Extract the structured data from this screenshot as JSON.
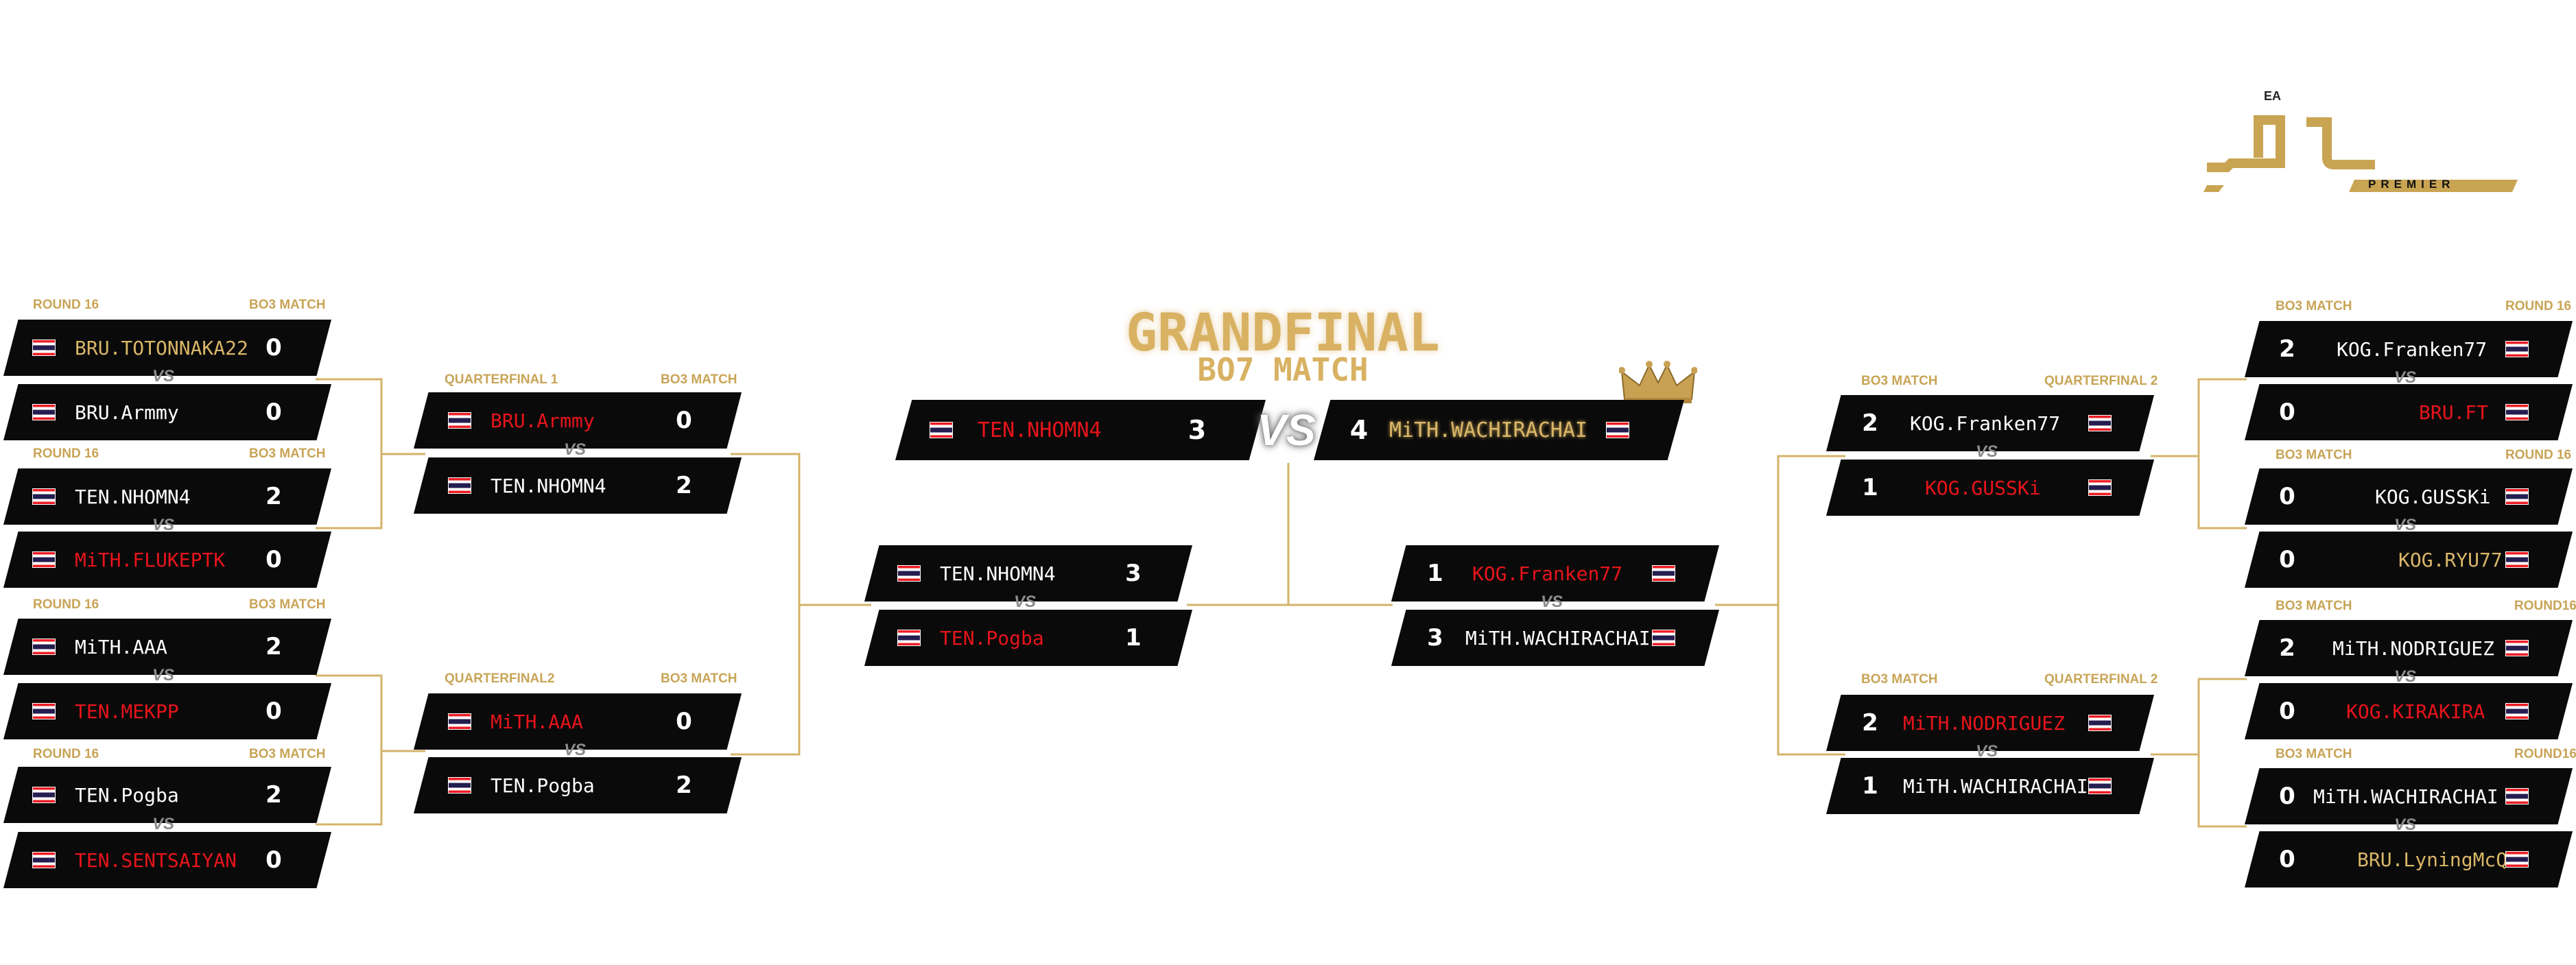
{
  "header": {
    "title": "GRANDFINAL",
    "subtitle": "BO7 MATCH",
    "logo_top": "EA",
    "logo_word": "PREMIER"
  },
  "colors": {
    "gold": "#c8a456",
    "red": "#e8141b",
    "bar": "#0a0a0a"
  },
  "vs_label": "VS",
  "left_round16": [
    {
      "round": "ROUND 16",
      "type": "BO3 MATCH",
      "p1": {
        "name": "BRU.TOTONNAKA22",
        "score": "0"
      },
      "p2": {
        "name": "BRU.Armmy",
        "score": "0"
      }
    },
    {
      "round": "ROUND 16",
      "type": "BO3 MATCH",
      "p1": {
        "name": "TEN.NHOMN4",
        "score": "2"
      },
      "p2": {
        "name": "MiTH.FLUKEPTK",
        "score": "0"
      }
    },
    {
      "round": "ROUND 16",
      "type": "BO3 MATCH",
      "p1": {
        "name": "MiTH.AAA",
        "score": "2"
      },
      "p2": {
        "name": "TEN.MEKPP",
        "score": "0"
      }
    },
    {
      "round": "ROUND 16",
      "type": "BO3 MATCH",
      "p1": {
        "name": "TEN.Pogba",
        "score": "2"
      },
      "p2": {
        "name": "TEN.SENTSAIYAN",
        "score": "0"
      }
    }
  ],
  "left_qf": [
    {
      "round": "QUARTERFINAL 1",
      "type": "BO3 MATCH",
      "p1": {
        "name": "BRU.Armmy",
        "score": "0"
      },
      "p2": {
        "name": "TEN.NHOMN4",
        "score": "2"
      }
    },
    {
      "round": "QUARTERFINAL2",
      "type": "BO3 MATCH",
      "p1": {
        "name": "MiTH.AAA",
        "score": "0"
      },
      "p2": {
        "name": "TEN.Pogba",
        "score": "2"
      }
    }
  ],
  "left_sf": {
    "p1": {
      "name": "TEN.NHOMN4",
      "score": "3"
    },
    "p2": {
      "name": "TEN.Pogba",
      "score": "1"
    }
  },
  "grandfinal": {
    "p1": {
      "name": "TEN.NHOMN4",
      "score": "3"
    },
    "p2": {
      "name": "MiTH.WACHIRACHAI",
      "score": "4"
    }
  },
  "right_sf": {
    "p1": {
      "name": "KOG.Franken77",
      "score": "1"
    },
    "p2": {
      "name": "MiTH.WACHIRACHAI",
      "score": "3"
    }
  },
  "right_qf": [
    {
      "round": "QUARTERFINAL 2",
      "type": "BO3 MATCH",
      "p1": {
        "name": "KOG.Franken77",
        "score": "2"
      },
      "p2": {
        "name": "KOG.GUSSKi",
        "score": "1"
      }
    },
    {
      "round": "QUARTERFINAL 2",
      "type": "BO3 MATCH",
      "p1": {
        "name": "MiTH.NODRIGUEZ",
        "score": "2"
      },
      "p2": {
        "name": "MiTH.WACHIRACHAI",
        "score": "1"
      }
    }
  ],
  "right_round16": [
    {
      "round": "ROUND 16",
      "type": "BO3 MATCH",
      "p1": {
        "name": "KOG.Franken77",
        "score": "2"
      },
      "p2": {
        "name": "BRU.FT",
        "score": "0"
      }
    },
    {
      "round": "ROUND 16",
      "type": "BO3 MATCH",
      "p1": {
        "name": "KOG.GUSSKi",
        "score": "0"
      },
      "p2": {
        "name": "KOG.RYU77",
        "score": "0"
      }
    },
    {
      "round": "ROUND16",
      "type": "BO3 MATCH",
      "p1": {
        "name": "MiTH.NODRIGUEZ",
        "score": "2"
      },
      "p2": {
        "name": "KOG.KIRAKIRA",
        "score": "0"
      }
    },
    {
      "round": "ROUND16",
      "type": "BO3 MATCH",
      "p1": {
        "name": "MiTH.WACHIRACHAI",
        "score": "0"
      },
      "p2": {
        "name": "BRU.LyningMcQ",
        "score": "0"
      }
    }
  ]
}
